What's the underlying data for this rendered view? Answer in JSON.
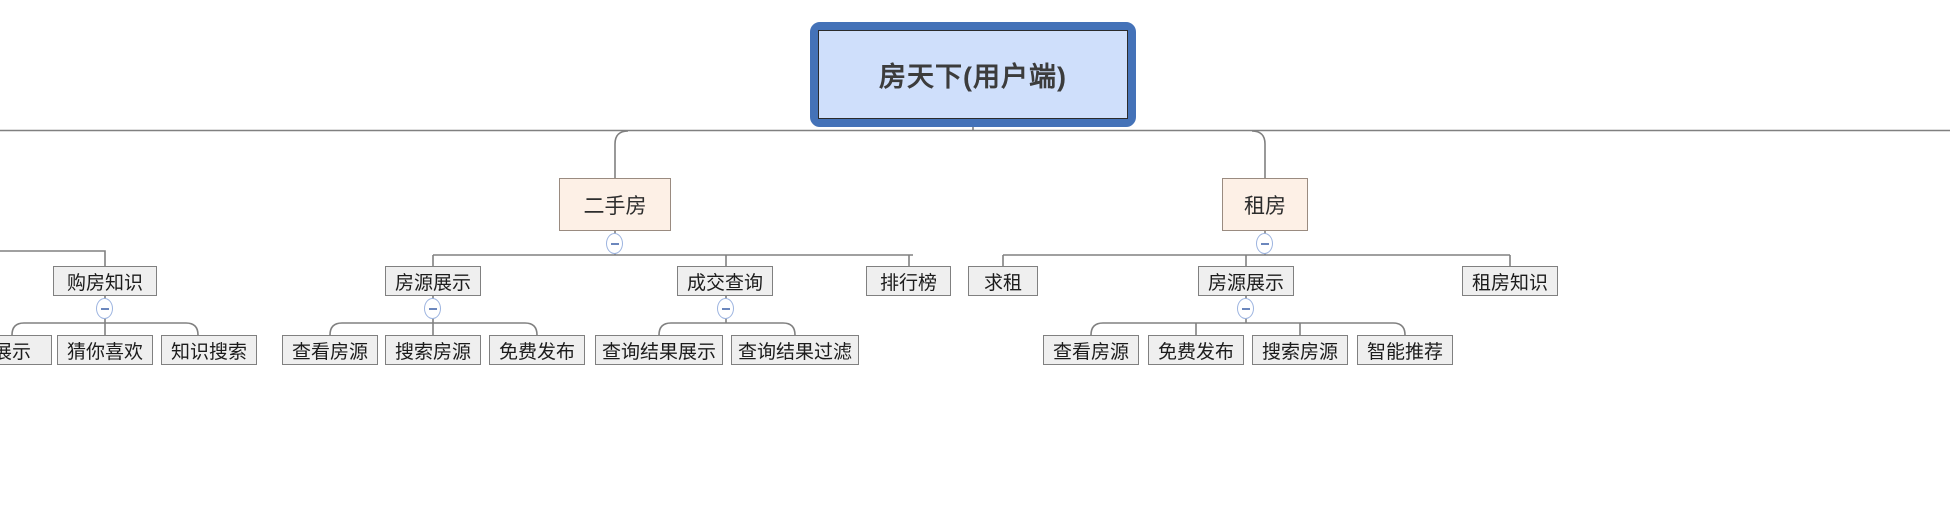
{
  "diagram": {
    "title": "房天下(用户端)",
    "type": "tree-mindmap",
    "background_color": "#ffffff",
    "colors": {
      "root_fill": "#cfdffb",
      "root_border": "#4472b8",
      "level2_fill": "#fdf0e6",
      "level2_border": "#9a8b80",
      "level3_fill": "#efefef",
      "level3_border": "#808080",
      "edge": "#808080",
      "toggle_border": "#9db4e0",
      "toggle_glyph": "#6c87bd"
    }
  },
  "root": {
    "label": "房天下(用户端)"
  },
  "level2": [
    {
      "label": "二手房"
    },
    {
      "label": "租房"
    }
  ],
  "level3": [
    {
      "label": "购房知识"
    },
    {
      "label": "房源展示"
    },
    {
      "label": "成交查询"
    },
    {
      "label": "排行榜"
    },
    {
      "label": "求租"
    },
    {
      "label": "房源展示"
    },
    {
      "label": "租房知识"
    }
  ],
  "level4": [
    {
      "label": "展示"
    },
    {
      "label": "猜你喜欢"
    },
    {
      "label": "知识搜索"
    },
    {
      "label": "查看房源"
    },
    {
      "label": "搜索房源"
    },
    {
      "label": "免费发布"
    },
    {
      "label": "查询结果展示"
    },
    {
      "label": "查询结果过滤"
    },
    {
      "label": "查看房源"
    },
    {
      "label": "免费发布"
    },
    {
      "label": "搜索房源"
    },
    {
      "label": "智能推荐"
    }
  ],
  "toggles": [
    {
      "name": "collapse-toggle-ershoufang"
    },
    {
      "name": "collapse-toggle-zufang"
    },
    {
      "name": "collapse-toggle-goufangzhishi"
    },
    {
      "name": "collapse-toggle-fangyuanzhanshi-sale"
    },
    {
      "name": "collapse-toggle-chengjiaochaxun"
    },
    {
      "name": "collapse-toggle-fangyuanzhanshi-rent"
    }
  ]
}
